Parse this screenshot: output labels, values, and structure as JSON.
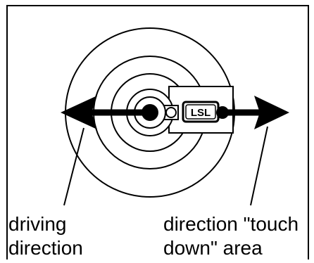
{
  "diagram": {
    "labels": {
      "driving_direction": [
        "driving",
        "direction"
      ],
      "touch_down": [
        "direction \"touch",
        "down\" area"
      ]
    },
    "plate_text": "LSL",
    "colors": {
      "stroke": "#000000",
      "background": "#ffffff"
    }
  }
}
